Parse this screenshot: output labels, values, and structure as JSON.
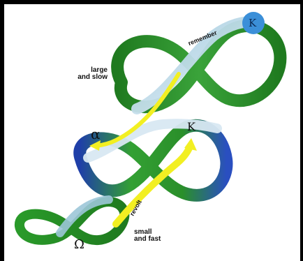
{
  "labels": {
    "large_and_slow": [
      "large",
      "and  slow"
    ],
    "small_and_fast": [
      "small",
      "and fast"
    ],
    "remember": "remember",
    "revolt": "revolt",
    "alpha": "α",
    "kappa_top": "K",
    "kappa_mid": "K",
    "omega": "Ω"
  },
  "colors": {
    "large_loop": "#2a8f2a",
    "mid_loop_blue": "#2a4fc0",
    "mid_loop_green": "#2fa82f",
    "small_loop": "#2a9a2a",
    "arrow_yellow": "#f2ef22",
    "kappa_circle": "#3b8fd8",
    "pale_band": "#cfe3f0"
  }
}
